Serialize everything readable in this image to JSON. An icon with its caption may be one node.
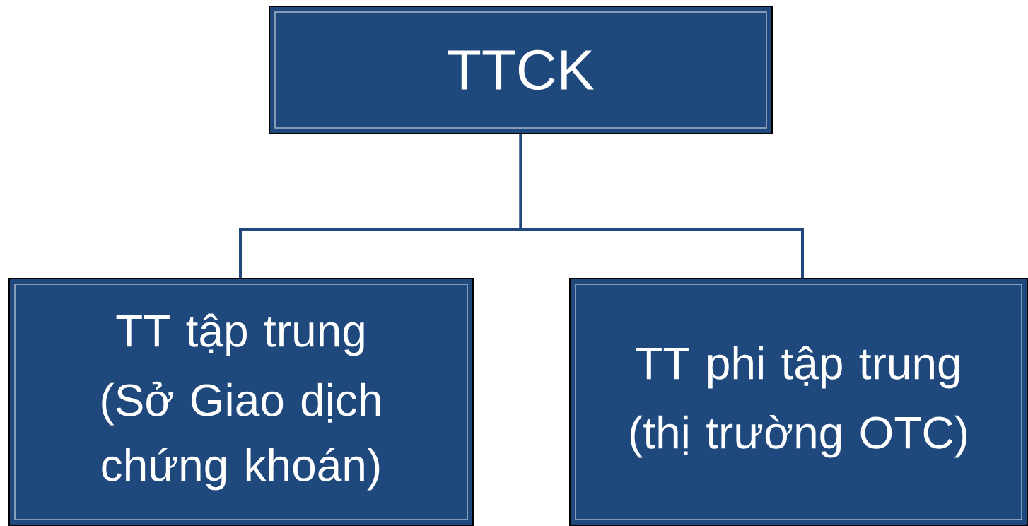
{
  "diagram": {
    "nodes": [
      {
        "text": [
          "TTCK"
        ]
      },
      {
        "text": [
          "TT tập trung",
          "(Sở Giao dịch chứng khoán)"
        ]
      },
      {
        "text": [
          "TT phi tập trung",
          "(thị trường OTC)"
        ]
      }
    ],
    "edges": [
      {
        "from": 0,
        "to": 1,
        "arrow": "none"
      },
      {
        "from": 0,
        "to": 2,
        "arrow": "none"
      }
    ]
  }
}
